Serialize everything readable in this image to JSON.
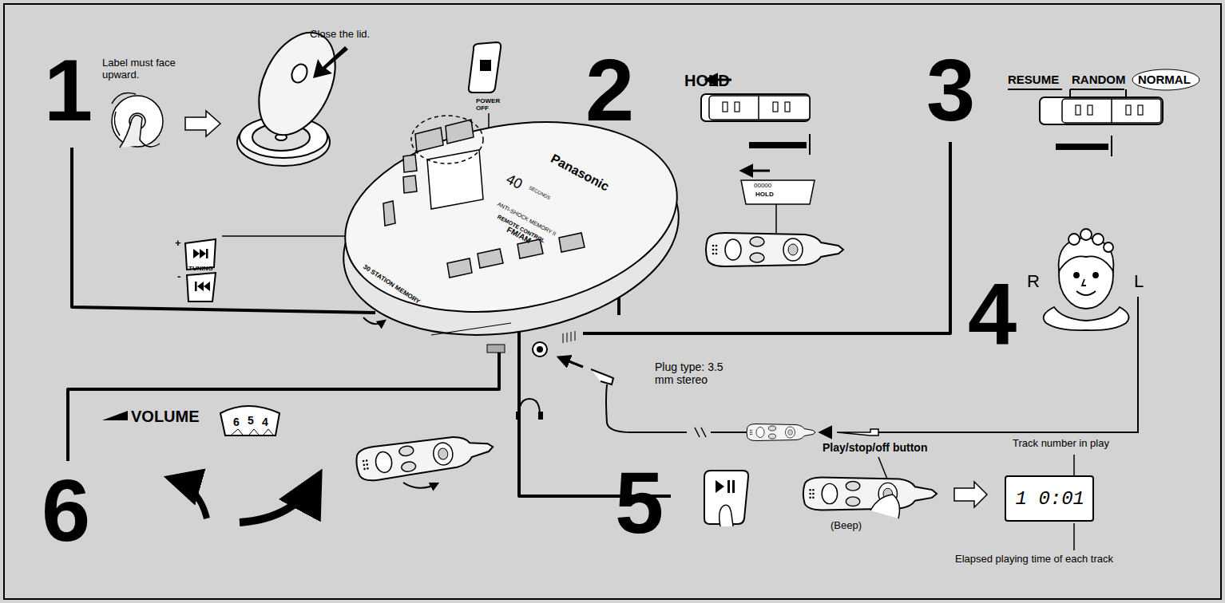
{
  "diagram": {
    "nodes": [
      {
        "text": [
          "1 0:01"
        ]
      }
    ],
    "labels": [
      "1",
      "Label must face upward.",
      "Close the lid.",
      "POWER OFF",
      "2",
      "HOLD",
      "3",
      "RESUME",
      "RANDOM",
      "NORMAL",
      "+",
      "TUNING",
      "-",
      "Panasonic",
      "40",
      "SECONDS",
      "ANTI-SHOCK MEMORY II",
      "REMOTE CONTROL",
      "FM/AM",
      "30 STATION MEMORY",
      "4",
      "R",
      "L",
      "Plug type: 3.5 mm stereo",
      "00000",
      "HOLD",
      "6",
      "VOLUME",
      "6",
      "5",
      "4",
      "5",
      "Play/stop/off button",
      "(Beep)",
      "Track number in play",
      "Elapsed playing time of each track"
    ]
  }
}
